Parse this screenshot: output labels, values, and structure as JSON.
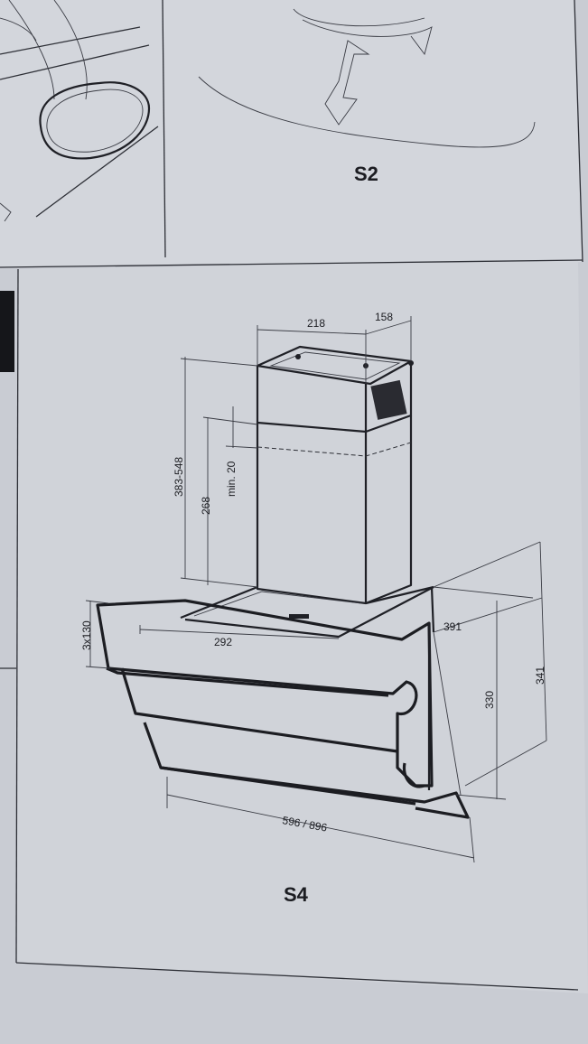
{
  "figure_top_label": "S2",
  "figure_main_label": "S4",
  "dimensions": {
    "chimney_width": "218",
    "chimney_depth": "158",
    "chimney_height_range": "383-548",
    "chimney_height": "268",
    "min_overlap": "min. 20",
    "bracket_width": "292",
    "depth": "391",
    "glass_thickness": "3x130",
    "hood_height": "330",
    "total_height": "341",
    "width_options": "596 / 896"
  }
}
